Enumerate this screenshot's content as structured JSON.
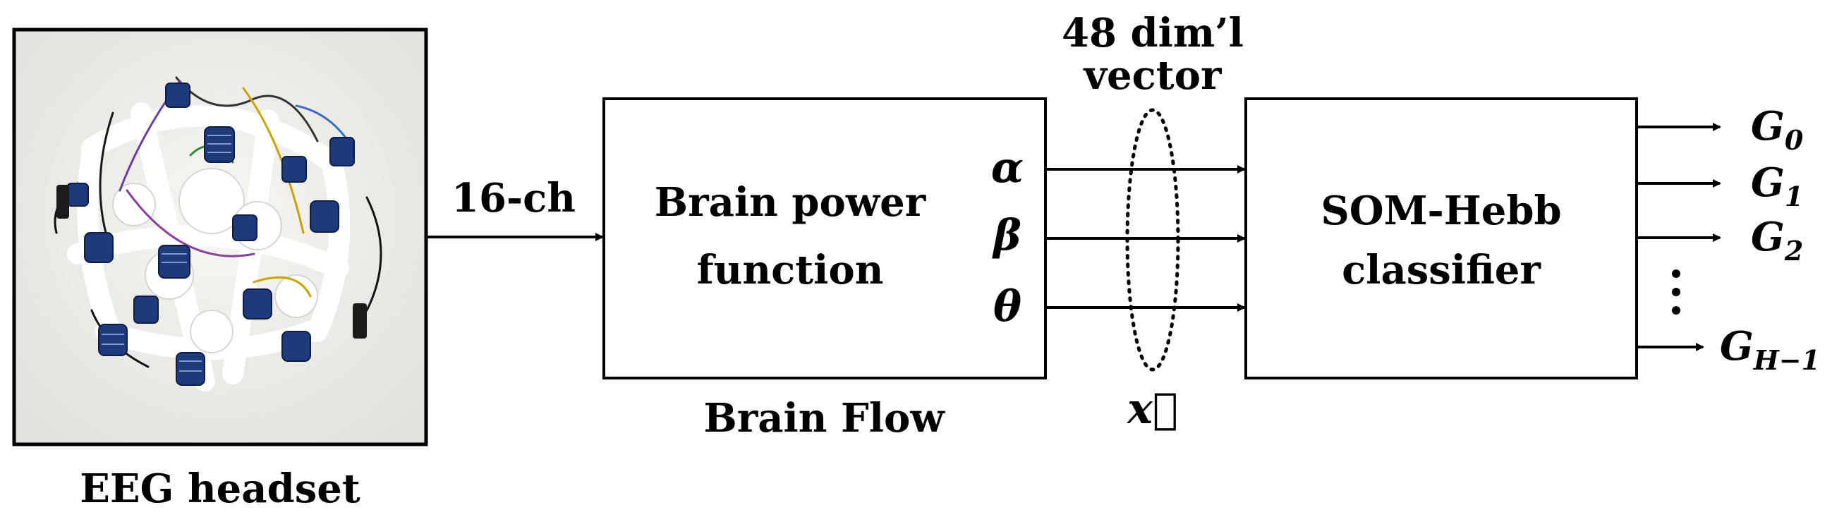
{
  "headset": {
    "caption": "EEG headset"
  },
  "link_label": "16-ch",
  "brain_block": {
    "line1": "Brain power",
    "line2": "function",
    "caption": "Brain Flow",
    "bands": [
      "α",
      "β",
      "θ"
    ]
  },
  "vector": {
    "line1": "48 dim’l",
    "line2": "vector",
    "symbol": "x⃗"
  },
  "classifier_block": {
    "line1": "SOM-Hebb",
    "line2": "classifier"
  },
  "outputs": [
    {
      "base": "G",
      "sub": "0"
    },
    {
      "base": "G",
      "sub": "1"
    },
    {
      "base": "G",
      "sub": "2"
    },
    {
      "base": "G",
      "sub": "H−1"
    }
  ],
  "colors": {
    "ink": "#000000",
    "headset_shell": "#ffffff",
    "electrode": "#1f3a7a",
    "photo_background": "#eceae6"
  }
}
